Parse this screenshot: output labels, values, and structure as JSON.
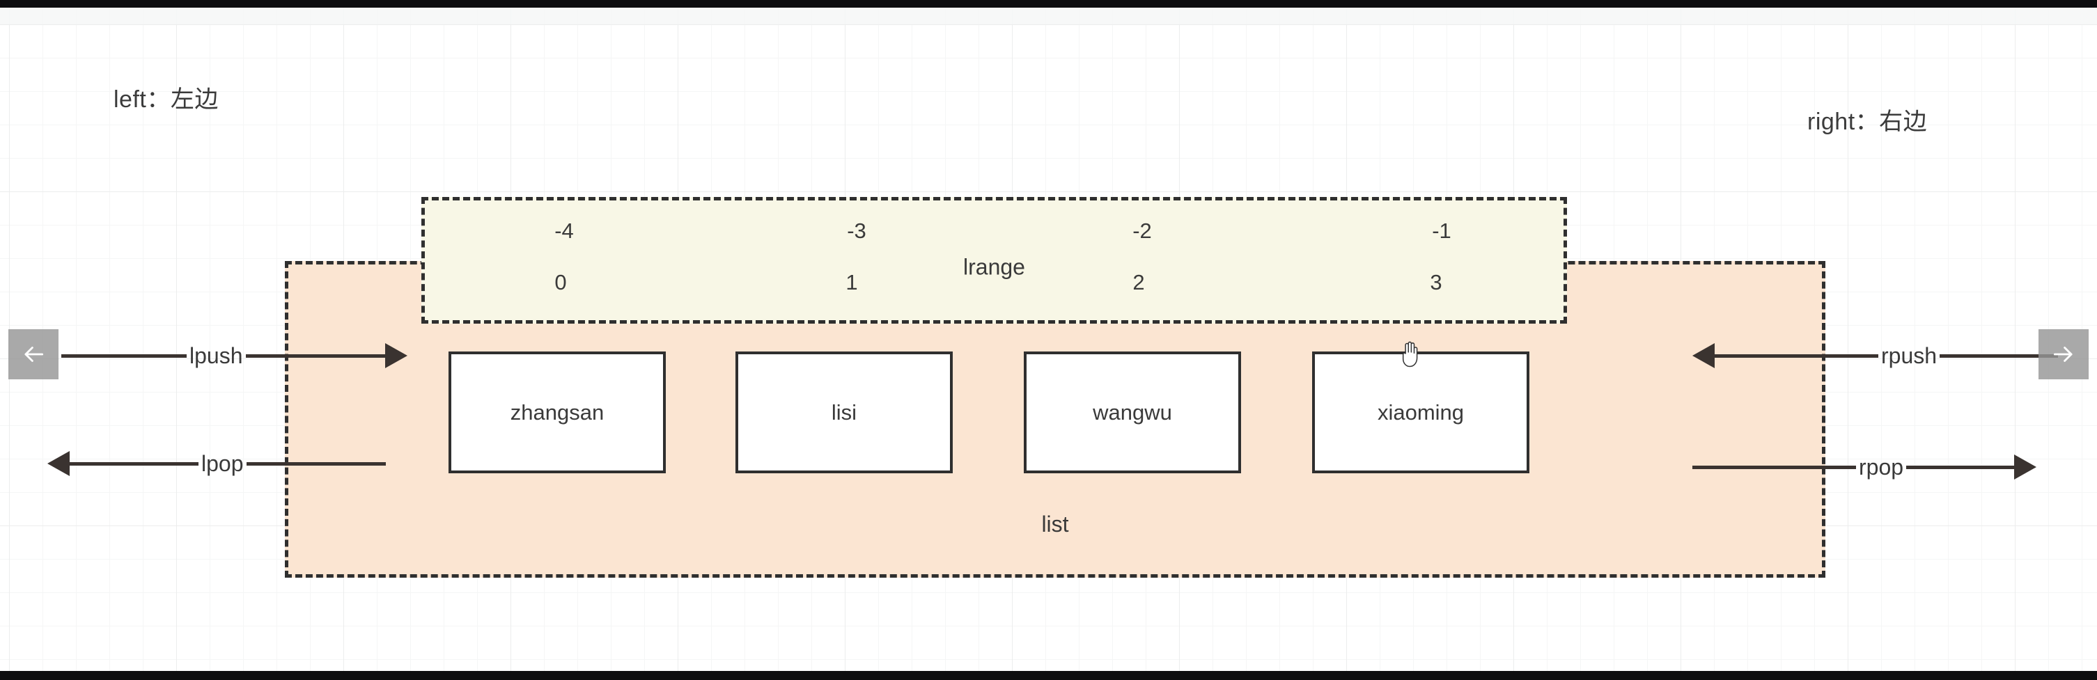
{
  "labels": {
    "left": "left：左边",
    "right": "right：右边"
  },
  "list_container": {
    "caption": "list",
    "fill_color": "#fbe5d2",
    "border_color": "#2f2f2f"
  },
  "lrange_container": {
    "caption": "lrange",
    "fill_color": "#f8f7e6",
    "border_color": "#2f2f2f",
    "negative_indices": [
      "-4",
      "-3",
      "-2",
      "-1"
    ],
    "positive_indices": [
      "0",
      "1",
      "2",
      "3"
    ]
  },
  "items": [
    {
      "value": "zhangsan",
      "neg_index": "-4",
      "pos_index": "0"
    },
    {
      "value": "lisi",
      "neg_index": "-3",
      "pos_index": "1"
    },
    {
      "value": "wangwu",
      "neg_index": "-2",
      "pos_index": "2"
    },
    {
      "value": "xiaoming",
      "neg_index": "-1",
      "pos_index": "3"
    }
  ],
  "operations": {
    "lpush": "lpush",
    "lpop": "lpop",
    "rpush": "rpush",
    "rpop": "rpop"
  },
  "nav": {
    "prev_icon": "arrow-left-icon",
    "next_icon": "arrow-right-icon"
  },
  "cursor": {
    "icon": "hand-pointer-cursor"
  }
}
